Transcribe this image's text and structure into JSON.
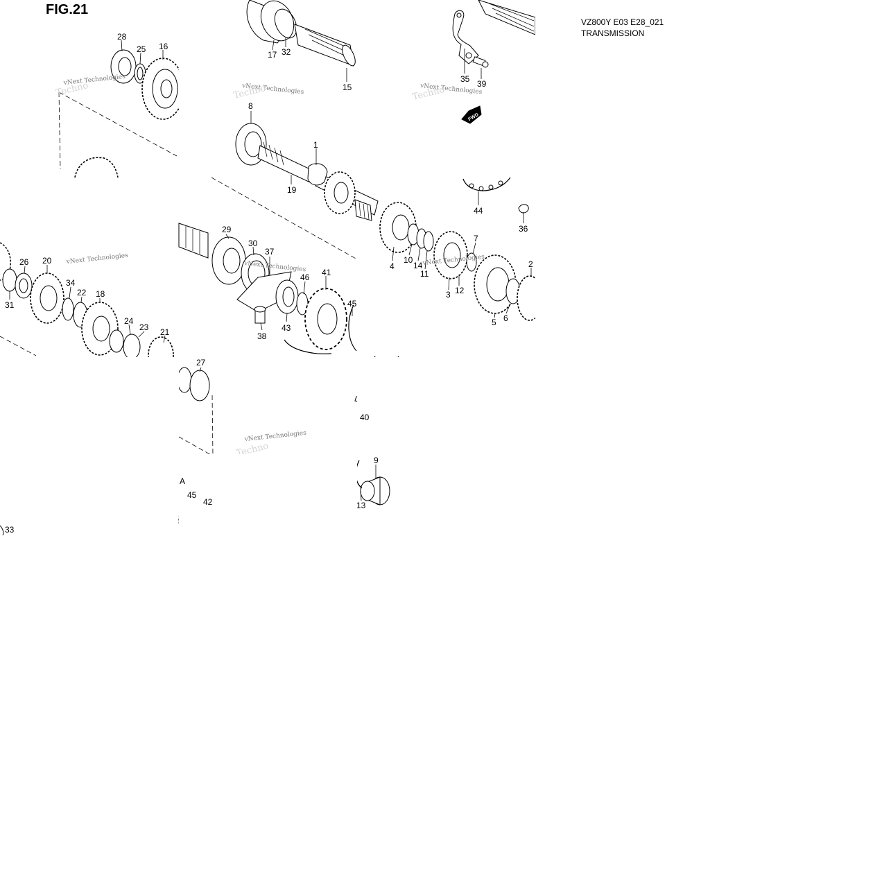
{
  "figure": {
    "title": "FIG.21"
  },
  "meta": {
    "model_code": "VZ800Y E03 E28_021",
    "section": "TRANSMISSION"
  },
  "fwd_label": "FWD",
  "watermark": {
    "line1": "vNext Technologies",
    "line2": "Techno"
  },
  "callouts": [
    {
      "id": "c28",
      "label": "28"
    },
    {
      "id": "c25",
      "label": "25"
    },
    {
      "id": "c16",
      "label": "16"
    },
    {
      "id": "c17",
      "label": "17"
    },
    {
      "id": "c32",
      "label": "32"
    },
    {
      "id": "c15",
      "label": "15"
    },
    {
      "id": "c35",
      "label": "35"
    },
    {
      "id": "c39",
      "label": "39"
    },
    {
      "id": "c8",
      "label": "8"
    },
    {
      "id": "c1",
      "label": "1"
    },
    {
      "id": "c19",
      "label": "19"
    },
    {
      "id": "c44",
      "label": "44"
    },
    {
      "id": "c36",
      "label": "36"
    },
    {
      "id": "c29",
      "label": "29"
    },
    {
      "id": "c30",
      "label": "30"
    },
    {
      "id": "c37",
      "label": "37"
    },
    {
      "id": "c46",
      "label": "46"
    },
    {
      "id": "c41",
      "label": "41"
    },
    {
      "id": "c45a",
      "label": "45"
    },
    {
      "id": "c43",
      "label": "43"
    },
    {
      "id": "c38",
      "label": "38"
    },
    {
      "id": "c4",
      "label": "4"
    },
    {
      "id": "c10",
      "label": "10"
    },
    {
      "id": "c14",
      "label": "14"
    },
    {
      "id": "c11",
      "label": "11"
    },
    {
      "id": "c7",
      "label": "7"
    },
    {
      "id": "c3",
      "label": "3"
    },
    {
      "id": "c12",
      "label": "12"
    },
    {
      "id": "c2",
      "label": "2"
    },
    {
      "id": "c5",
      "label": "5"
    },
    {
      "id": "c6",
      "label": "6"
    },
    {
      "id": "c26",
      "label": "26"
    },
    {
      "id": "c20",
      "label": "20"
    },
    {
      "id": "c31",
      "label": "31"
    },
    {
      "id": "c34",
      "label": "34"
    },
    {
      "id": "c22",
      "label": "22"
    },
    {
      "id": "c18",
      "label": "18"
    },
    {
      "id": "c24",
      "label": "24"
    },
    {
      "id": "c23",
      "label": "23"
    },
    {
      "id": "c21",
      "label": "21"
    },
    {
      "id": "c27",
      "label": "27"
    },
    {
      "id": "c40",
      "label": "40"
    },
    {
      "id": "c9",
      "label": "9"
    },
    {
      "id": "c13",
      "label": "13"
    },
    {
      "id": "c45b",
      "label": "45"
    },
    {
      "id": "c42",
      "label": "42"
    },
    {
      "id": "c33",
      "label": "33"
    },
    {
      "id": "cA",
      "label": "A"
    }
  ]
}
